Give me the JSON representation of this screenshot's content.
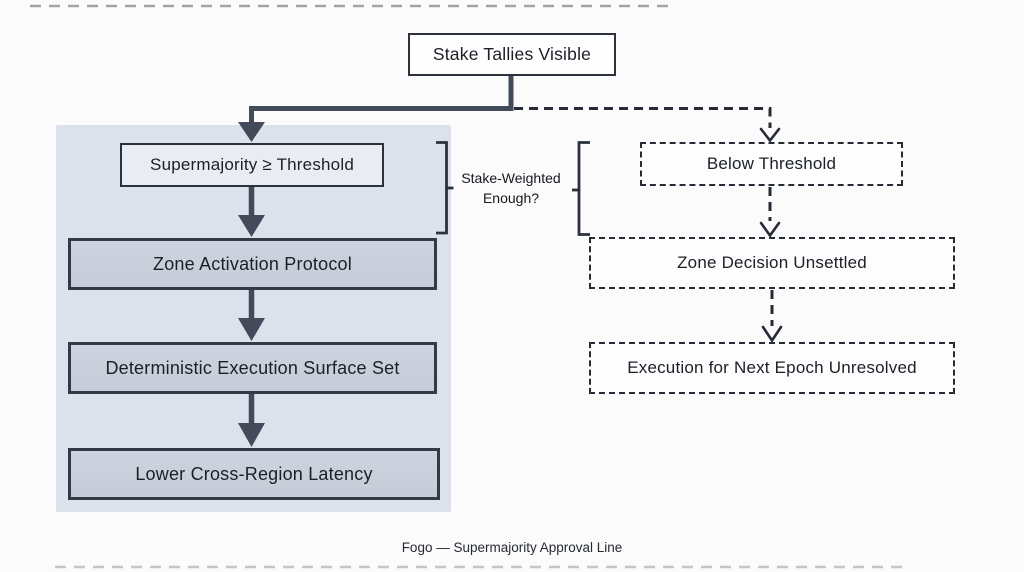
{
  "flow": {
    "root_label": "Stake Tallies Visible",
    "question": {
      "line1": "Stake-Weighted",
      "line2": "Enough?"
    },
    "yes_branch": {
      "steps": [
        "Supermajority ≥ Threshold",
        "Zone Activation Protocol",
        "Deterministic Execution Surface Set",
        "Lower Cross-Region Latency"
      ]
    },
    "no_branch": {
      "steps": [
        "Below Threshold",
        "Zone Decision Unsettled",
        "Execution for Next Epoch Unresolved"
      ]
    },
    "caption": "Fogo — Supermajority Approval Line",
    "colors": {
      "bg": "#fbfbfc",
      "panel": "#dce2ec",
      "nodeFill": "#c6cbd8",
      "nodeLight": "#e9ecf3",
      "border": "#2b313d",
      "arrow": "#434b5a",
      "dash": "#262c36",
      "text": "#1b1f27"
    }
  }
}
